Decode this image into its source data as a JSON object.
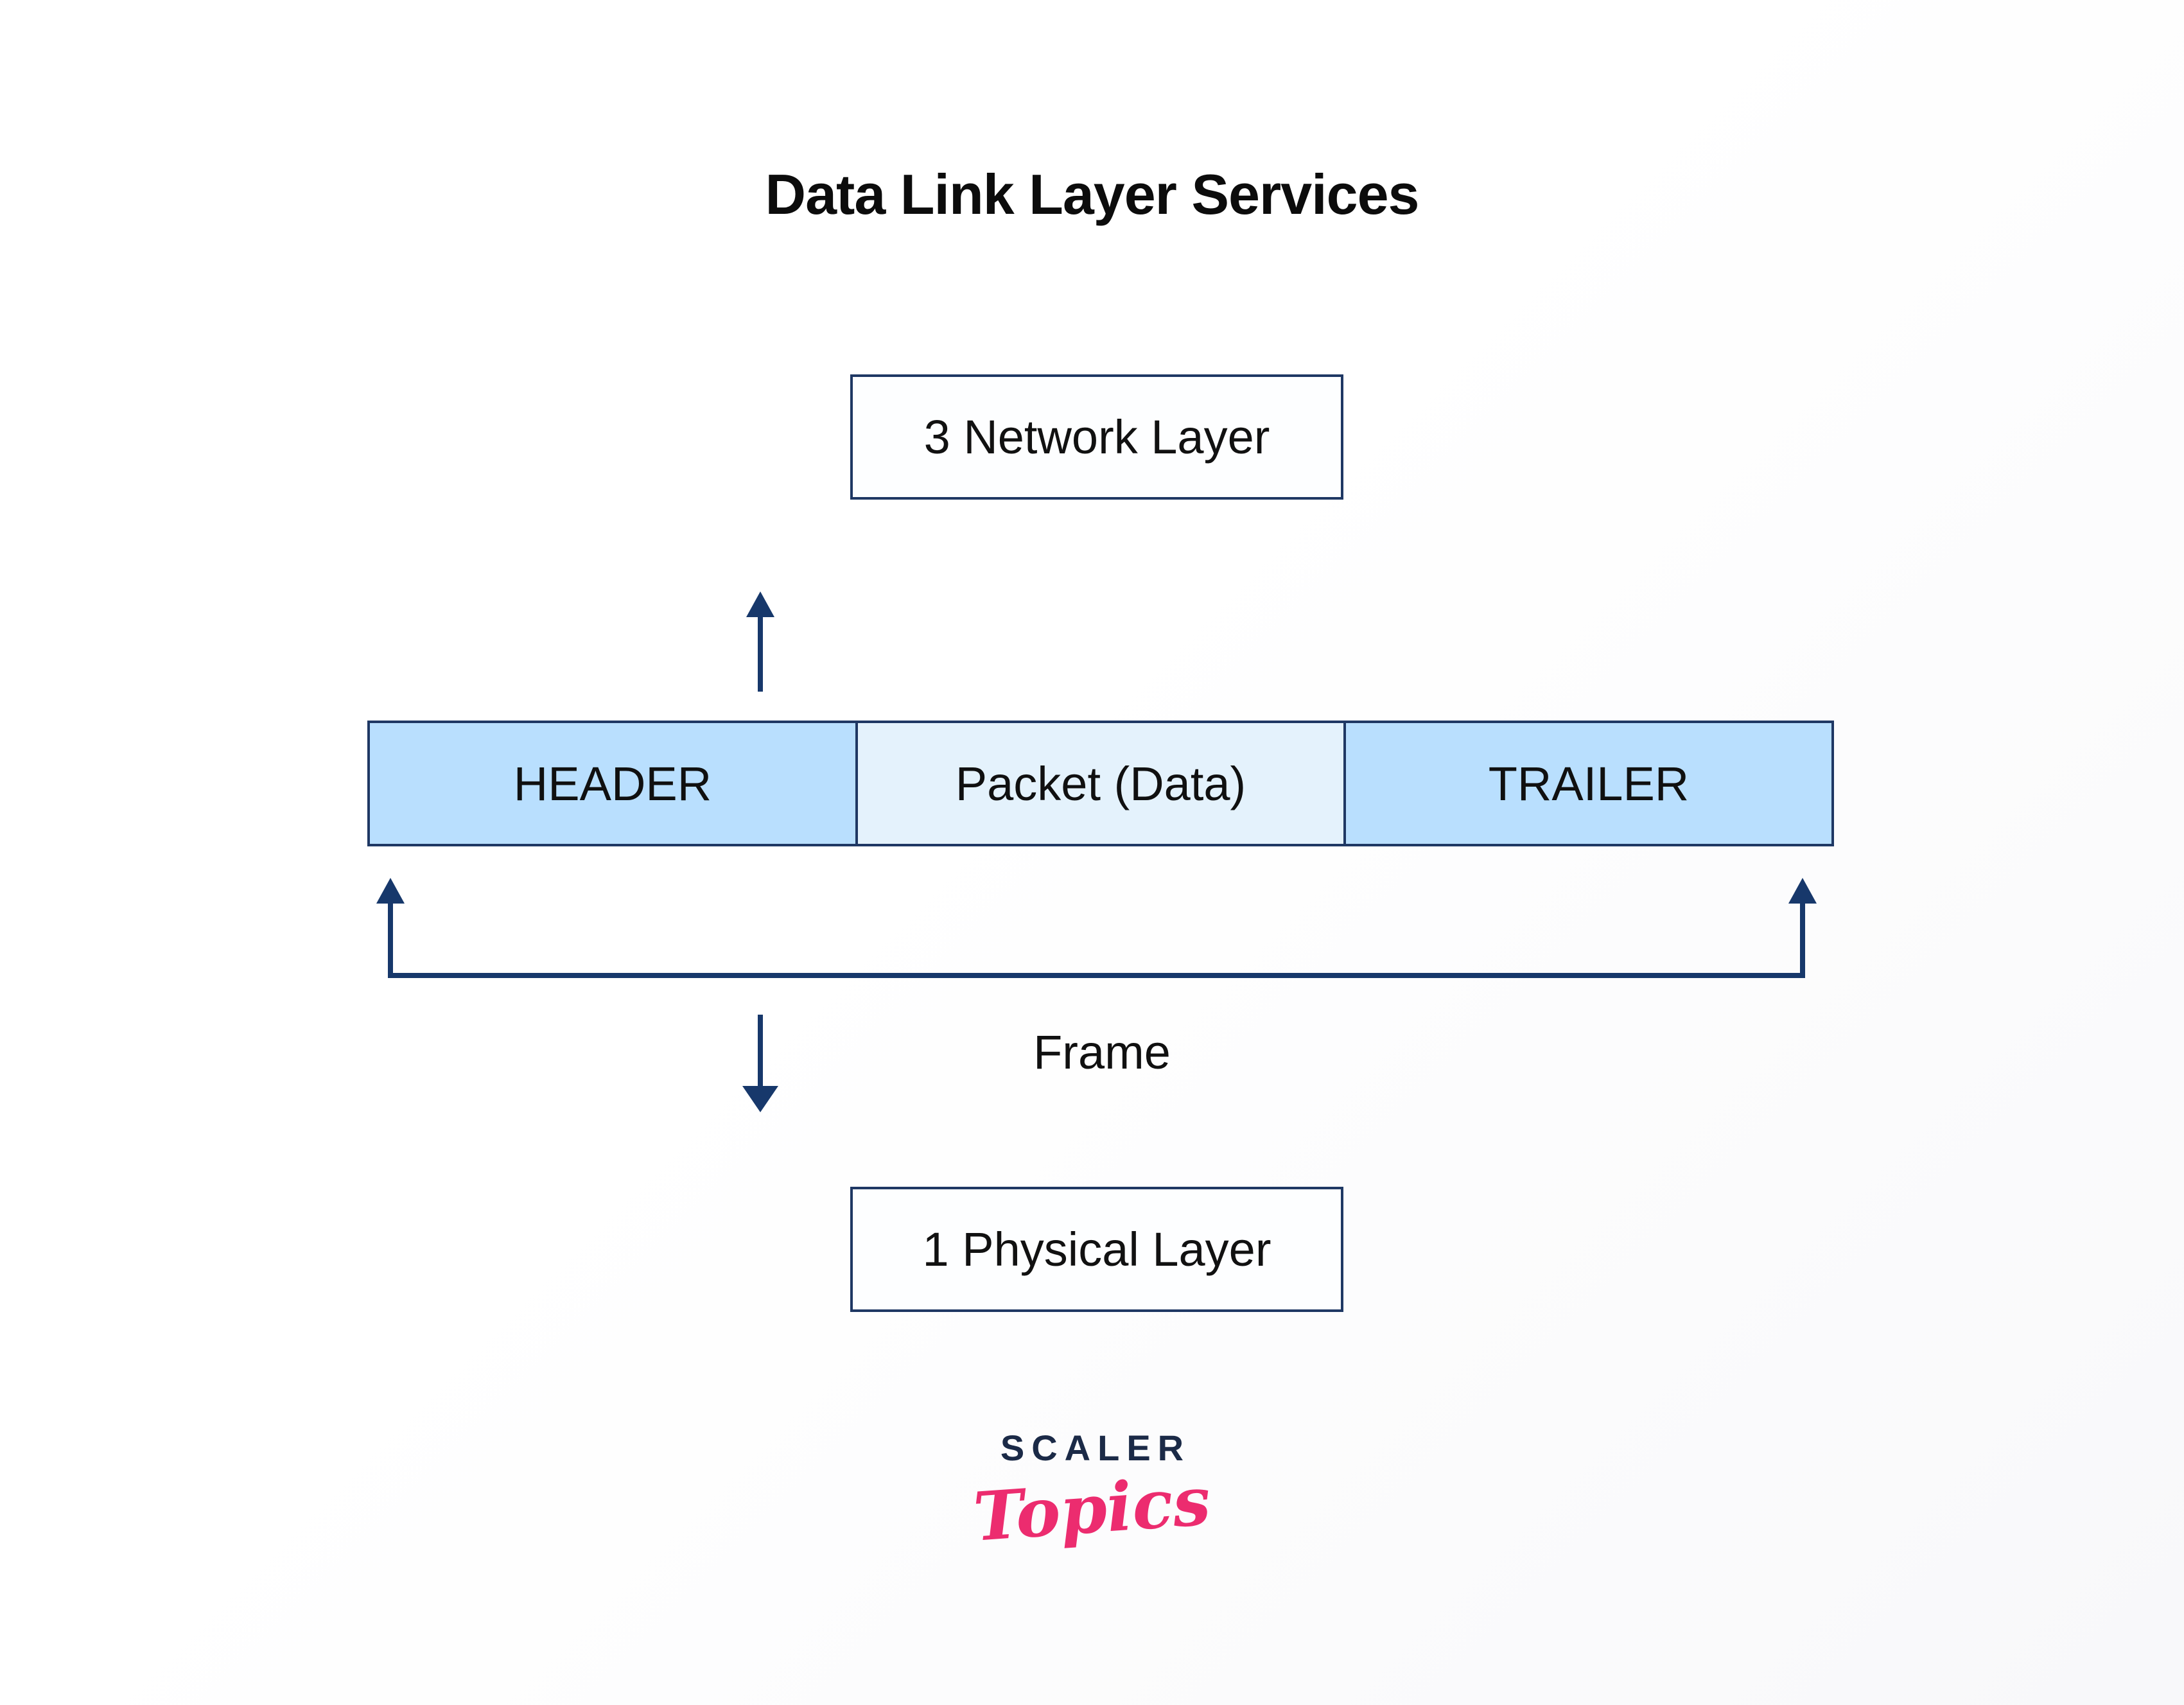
{
  "title": "Data Link Layer Services",
  "diagram": {
    "network_layer_label": "3 Network Layer",
    "physical_layer_label": "1 Physical Layer",
    "frame_label": "Frame",
    "bar": {
      "cells": [
        {
          "label": "HEADER",
          "fill": "#B9DFFE"
        },
        {
          "label": "Packet (Data)",
          "fill": "#E4F2FC"
        },
        {
          "label": "TRAILER",
          "fill": "#B9DFFE"
        }
      ],
      "border_color": "#1F3864"
    },
    "arrow_color": "#17386B"
  },
  "logo": {
    "primary": "SCALER",
    "secondary": "Topics",
    "primary_color": "#1B2A47",
    "secondary_color": "#EC2C6F"
  }
}
